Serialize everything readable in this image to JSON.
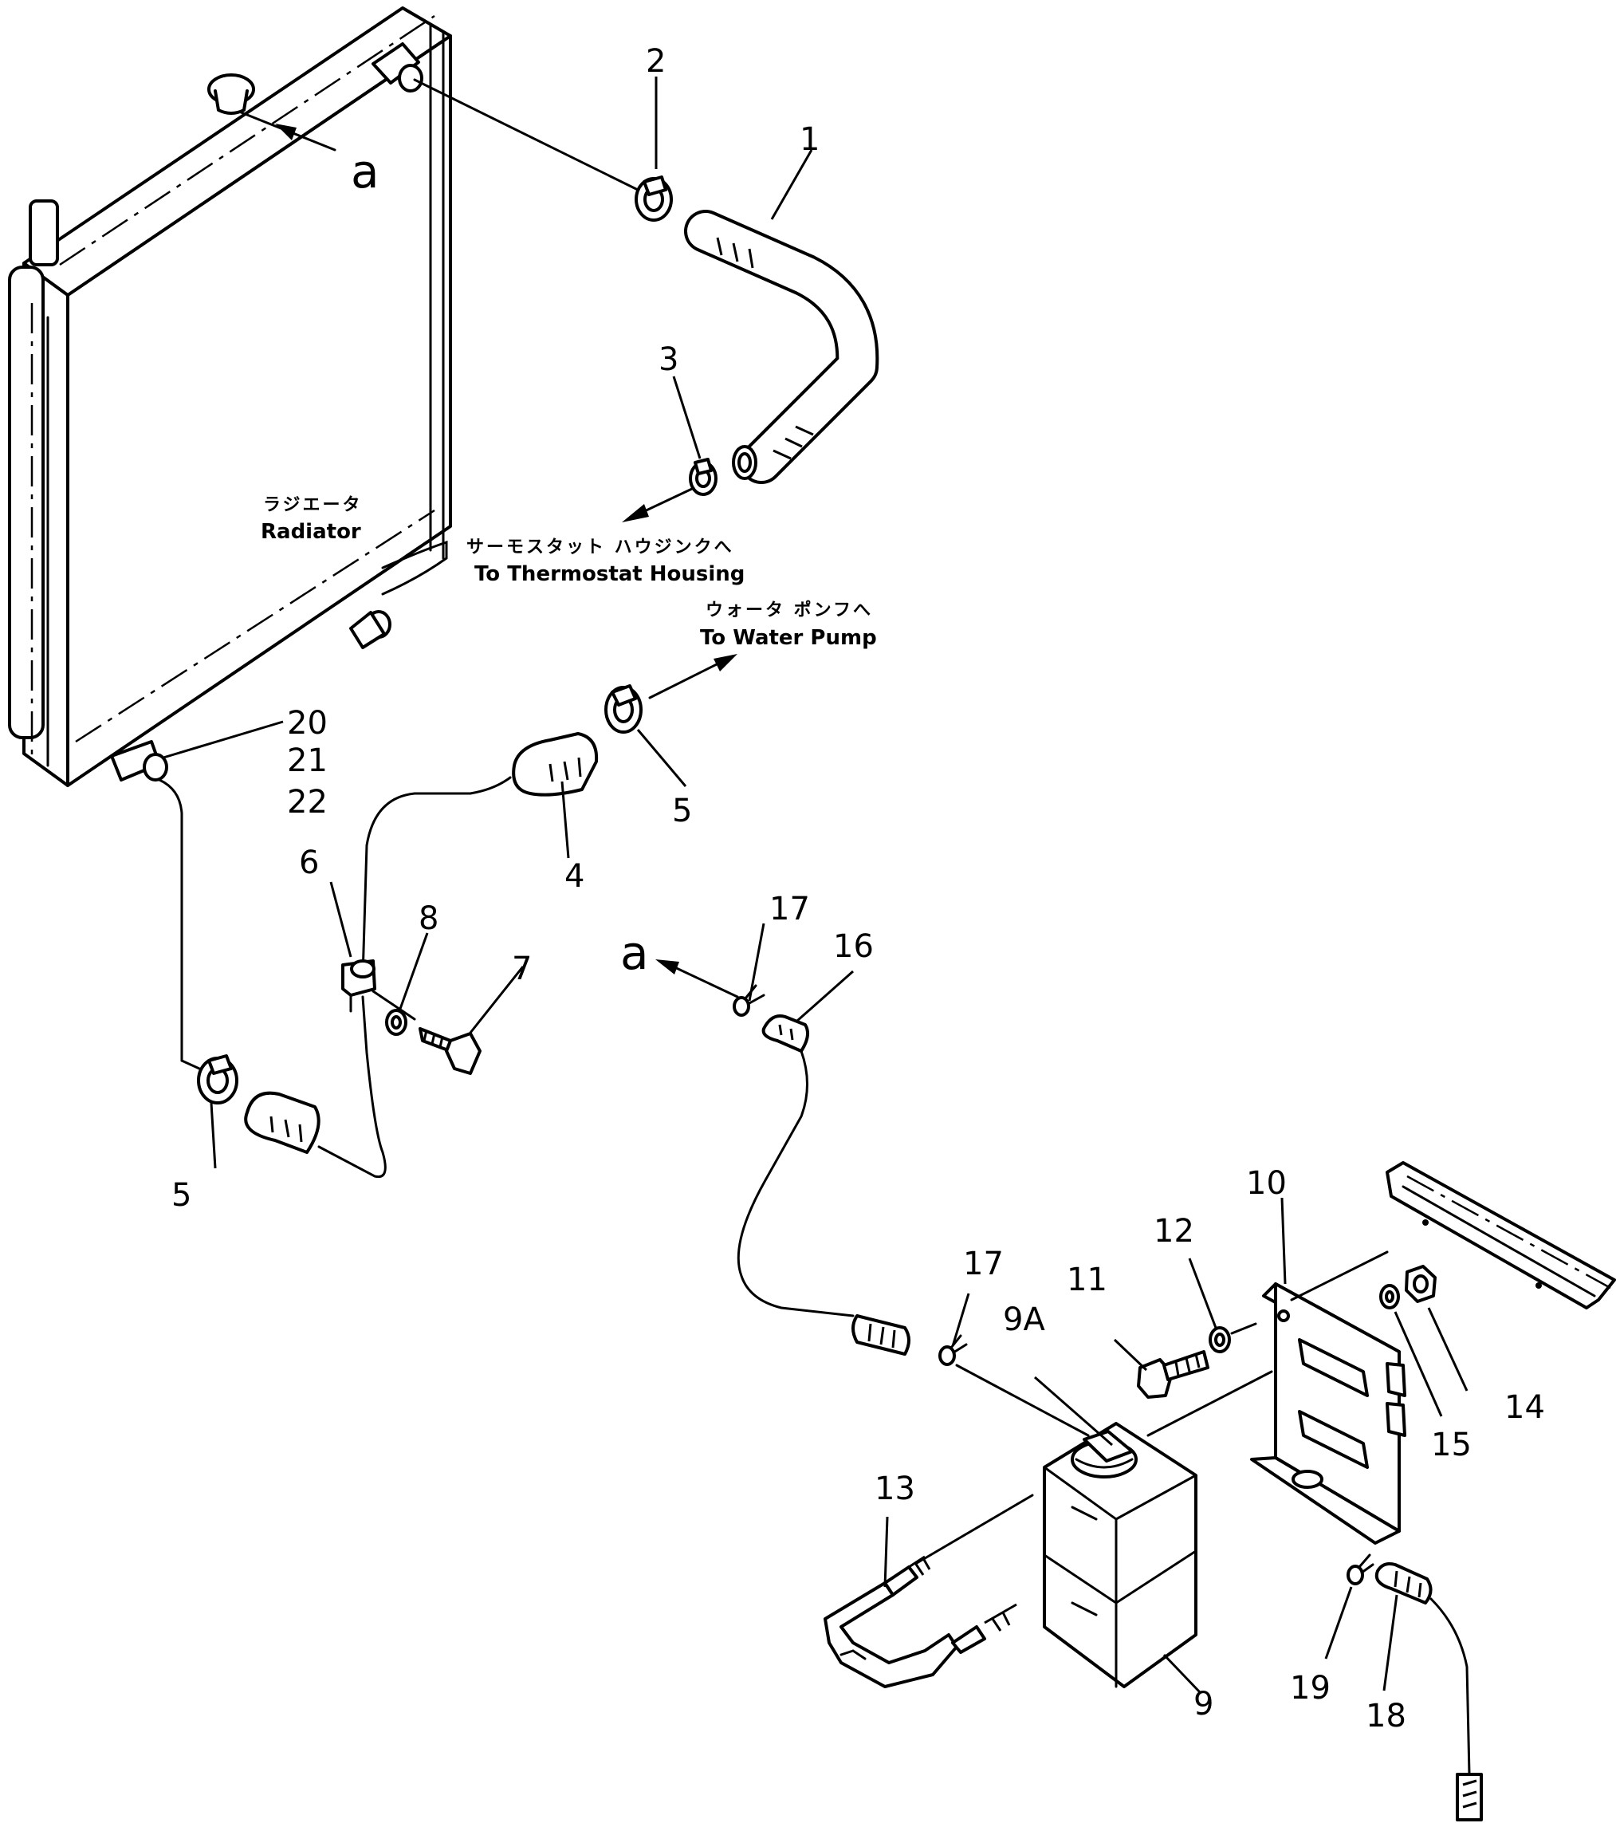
{
  "labels": {
    "radiator_jp": "ラジエータ",
    "radiator_en": "Radiator",
    "thermostat_jp": "サーモスタット ハウジンクへ",
    "thermostat_en": "To Thermostat Housing",
    "waterpump_jp": "ウォータ ポンフへ",
    "waterpump_en": "To Water Pump",
    "ref_a_top": "a",
    "ref_a_bottom": "a"
  },
  "part_numbers": {
    "p1": "1",
    "p2": "2",
    "p3": "3",
    "p4": "4",
    "p5_upper": "5",
    "p5_lower": "5",
    "p6": "6",
    "p7": "7",
    "p8": "8",
    "p9": "9",
    "p9a": "9A",
    "p10": "10",
    "p11": "11",
    "p12": "12",
    "p13": "13",
    "p14": "14",
    "p15": "15",
    "p16": "16",
    "p17_upper": "17",
    "p17_lower": "17",
    "p18": "18",
    "p19": "19",
    "p20": "20",
    "p21": "21",
    "p22": "22"
  }
}
